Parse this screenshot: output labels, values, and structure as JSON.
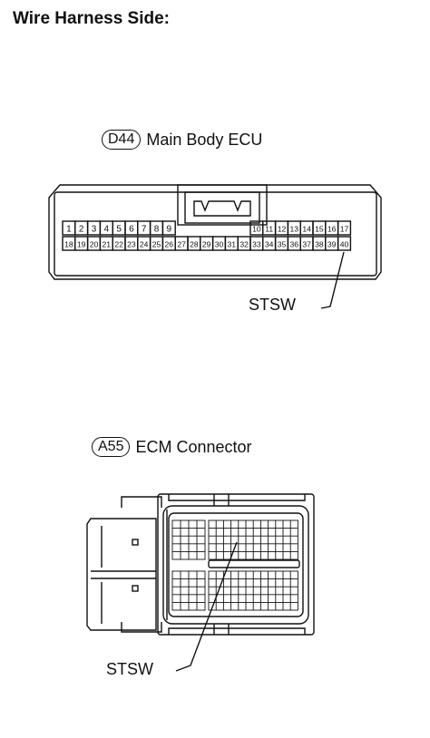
{
  "heading": "Wire Harness Side:",
  "connectors": [
    {
      "code": "D44",
      "name": "Main Body ECU",
      "pins_top": [
        "1",
        "2",
        "3",
        "4",
        "5",
        "6",
        "7",
        "8",
        "9",
        "10",
        "11",
        "12",
        "13",
        "14",
        "15",
        "16",
        "17"
      ],
      "pins_bottom": [
        "18",
        "19",
        "20",
        "21",
        "22",
        "23",
        "24",
        "25",
        "26",
        "27",
        "28",
        "29",
        "30",
        "31",
        "32",
        "33",
        "34",
        "35",
        "36",
        "37",
        "38",
        "39",
        "40"
      ],
      "callout": "STSW"
    },
    {
      "code": "A55",
      "name": "ECM Connector",
      "callout": "STSW"
    }
  ]
}
